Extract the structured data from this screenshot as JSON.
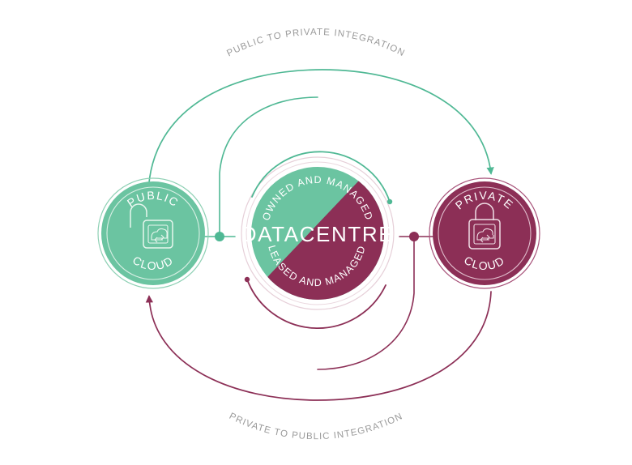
{
  "diagram": {
    "title_center": "DATACENTRE",
    "center": {
      "top_ring_label": "OWNED AND MANAGED",
      "bottom_ring_label": "LEASED AND MANAGED",
      "top_half_color": "#6BC4A1",
      "bottom_half_color": "#8C2F56"
    },
    "nodes": [
      {
        "id": "public-cloud",
        "top_label": "PUBLIC",
        "bottom_label": "CLOUD",
        "color": "#6BC4A1",
        "icon": "open-padlock-cloud-icon"
      },
      {
        "id": "private-cloud",
        "top_label": "PRIVATE",
        "bottom_label": "CLOUD",
        "color": "#8C2F56",
        "icon": "closed-padlock-cloud-icon"
      }
    ],
    "flows": [
      {
        "id": "public-to-private",
        "label": "PUBLIC TO PRIVATE INTEGRATION",
        "color": "#4FB894",
        "direction": "left-to-right"
      },
      {
        "id": "private-to-public",
        "label": "PRIVATE TO PUBLIC INTEGRATION",
        "color": "#8C2F56",
        "direction": "right-to-left"
      }
    ],
    "label_color": "#9a9a9a"
  }
}
